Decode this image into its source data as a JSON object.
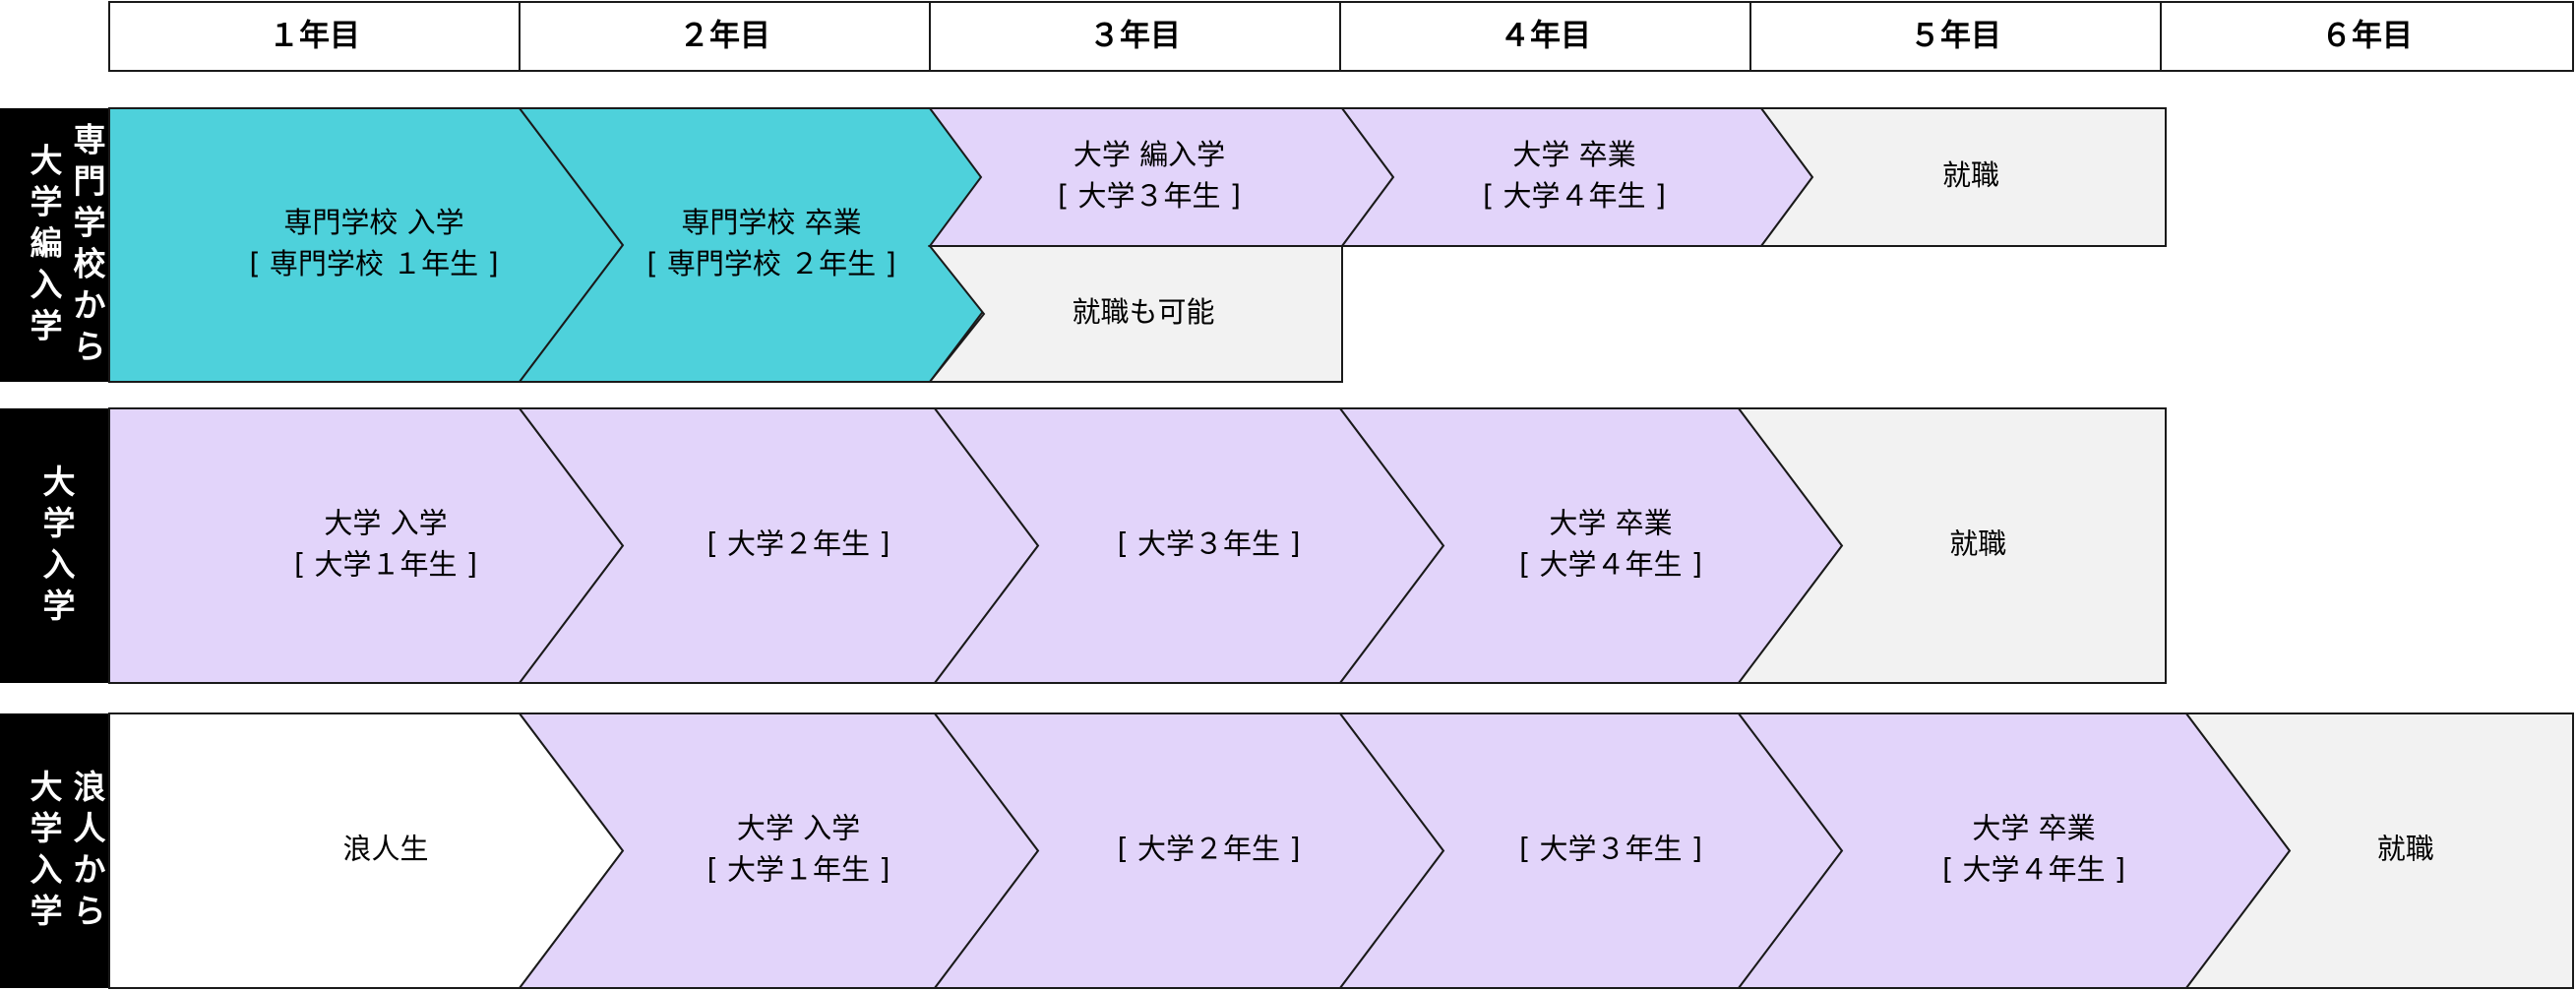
{
  "colors": {
    "cyan": "#4ed1db",
    "lavender": "#e2d4fa",
    "gray": "#f2f2f2",
    "white": "#ffffff",
    "label_bg": "#000000",
    "stroke": "#1a1a1a"
  },
  "header": {
    "years": [
      "１年目",
      "２年目",
      "３年目",
      "４年目",
      "５年目",
      "６年目"
    ]
  },
  "rows": [
    {
      "label": [
        "専門学校から",
        "大学編入学"
      ],
      "steps": [
        {
          "lines": [
            "専門学校 入学",
            "[ 専門学校 １年生 ]"
          ],
          "fill": "cyan"
        },
        {
          "lines": [
            "専門学校 卒業",
            "[ 専門学校 ２年生 ]"
          ],
          "fill": "cyan"
        },
        {
          "lines": [
            "大学 編入学",
            "[ 大学３年生 ]"
          ],
          "fill": "lavender"
        },
        {
          "lines": [
            "大学 卒業",
            "[ 大学４年生 ]"
          ],
          "fill": "lavender"
        },
        {
          "lines": [
            "就職"
          ],
          "fill": "gray"
        }
      ],
      "branch": {
        "lines": [
          "就職も可能"
        ],
        "fill": "gray"
      }
    },
    {
      "label": [
        "大学入学"
      ],
      "steps": [
        {
          "lines": [
            "大学 入学",
            "[ 大学１年生 ]"
          ],
          "fill": "lavender"
        },
        {
          "lines": [
            "[ 大学２年生 ]"
          ],
          "fill": "lavender"
        },
        {
          "lines": [
            "[ 大学３年生 ]"
          ],
          "fill": "lavender"
        },
        {
          "lines": [
            "大学 卒業",
            "[ 大学４年生 ]"
          ],
          "fill": "lavender"
        },
        {
          "lines": [
            "就職"
          ],
          "fill": "gray"
        }
      ]
    },
    {
      "label": [
        "浪人から",
        "大学入学"
      ],
      "steps": [
        {
          "lines": [
            "浪人生"
          ],
          "fill": "white"
        },
        {
          "lines": [
            "大学 入学",
            "[ 大学１年生 ]"
          ],
          "fill": "lavender"
        },
        {
          "lines": [
            "[ 大学２年生 ]"
          ],
          "fill": "lavender"
        },
        {
          "lines": [
            "[ 大学３年生 ]"
          ],
          "fill": "lavender"
        },
        {
          "lines": [
            "大学 卒業",
            "[ 大学４年生 ]"
          ],
          "fill": "lavender"
        },
        {
          "lines": [
            "就職"
          ],
          "fill": "gray"
        }
      ]
    }
  ]
}
